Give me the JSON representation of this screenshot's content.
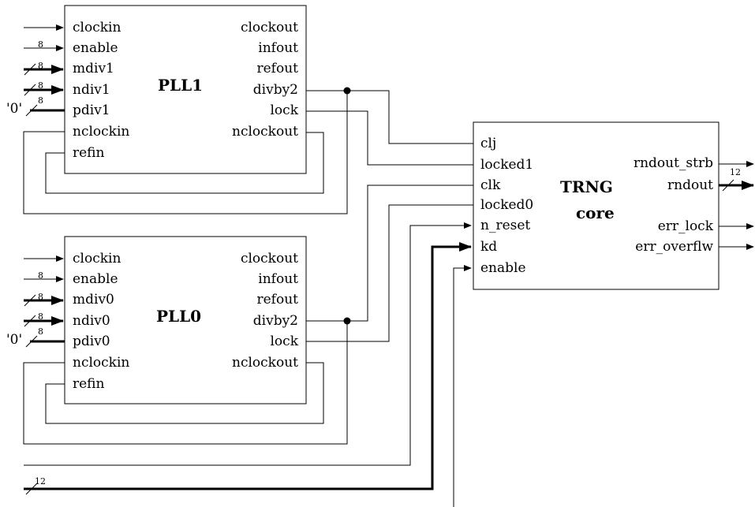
{
  "pll1": {
    "title": "PLL1",
    "inputs": [
      "clockin",
      "enable",
      "mdiv1",
      "ndiv1",
      "pdiv1",
      "nclockin",
      "refin"
    ],
    "outputs": [
      "clockout",
      "infout",
      "refout",
      "divby2",
      "lock",
      "nclockout"
    ]
  },
  "pll0": {
    "title": "PLL0",
    "inputs": [
      "clockin",
      "enable",
      "mdiv0",
      "ndiv0",
      "pdiv0",
      "nclockin",
      "refin"
    ],
    "outputs": [
      "clockout",
      "infout",
      "refout",
      "divby2",
      "lock",
      "nclockout"
    ]
  },
  "trng": {
    "title_line1": "TRNG",
    "title_line2": "core",
    "inputs": [
      "clj",
      "locked1",
      "clk",
      "locked0",
      "n_reset",
      "kd",
      "enable"
    ],
    "outputs": [
      "rndout_strb",
      "rndout",
      "err_lock",
      "err_overflw"
    ]
  },
  "bus_widths": {
    "pll1_mdiv": "8",
    "pll1_ndiv": "8",
    "pll1_pdiv": "8",
    "pll1_enable": "8",
    "pll0_mdiv": "8",
    "pll0_ndiv": "8",
    "pll0_pdiv": "8",
    "pll0_enable": "8",
    "rndout": "12",
    "kd": "12"
  },
  "constants": {
    "pll1_pdiv_value": "'0'",
    "pll0_pdiv_value": "'0'"
  }
}
